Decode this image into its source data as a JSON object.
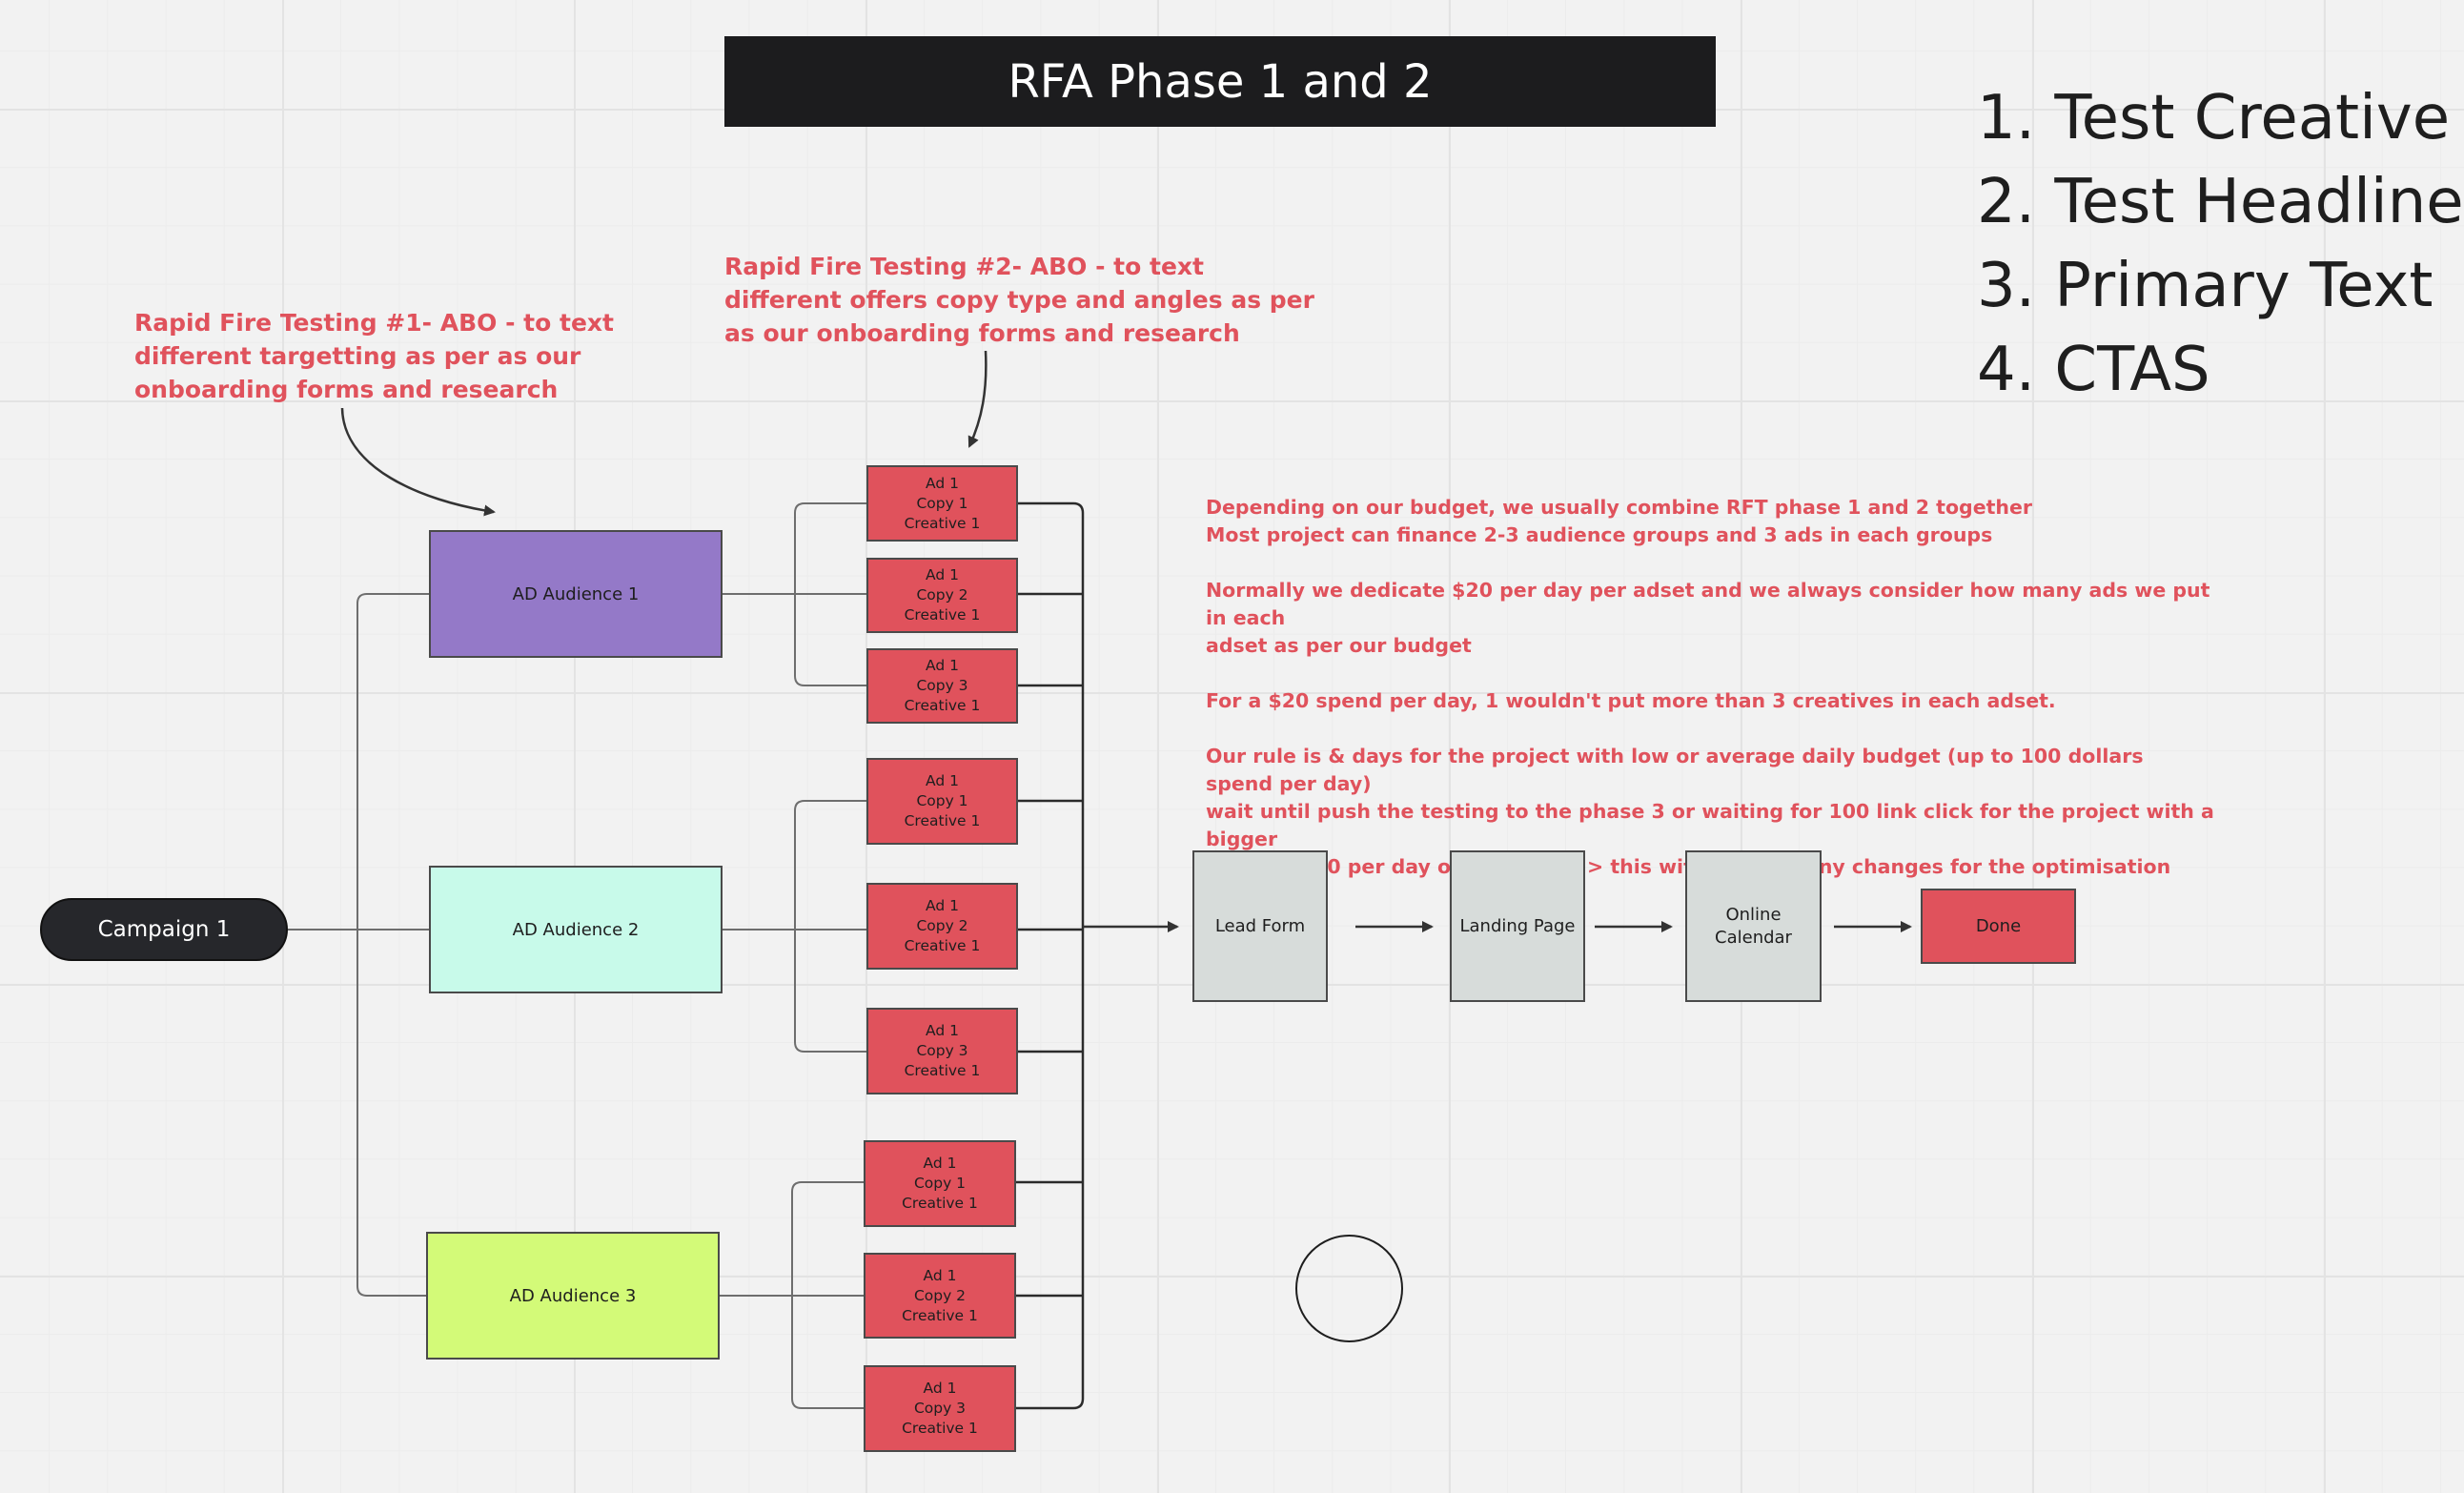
{
  "title": "RFA Phase 1 and 2",
  "goals": [
    "1. Test Creative",
    "2. Test Headline",
    "3. Primary Text",
    "4. CTAS"
  ],
  "notes": {
    "rft1": [
      "Rapid Fire Testing #1- ABO - to text",
      "different targetting as per as our",
      "onboarding forms and research"
    ],
    "rft2": [
      "Rapid Fire Testing #2- ABO - to text",
      "different offers copy type and angles as per",
      "as our onboarding forms and research"
    ],
    "budget": [
      [
        "Depending on our budget, we usually combine RFT phase 1 and 2 together",
        "Most project can finance 2-3 audience groups and 3 ads in each groups"
      ],
      [
        "Normally we dedicate $20 per day per adset and we always consider how many ads we put in each",
        "adset as per our budget"
      ],
      [
        "For a $20 spend per day, 1 wouldn't put more than 3 creatives in each adset."
      ],
      [
        "Our rule is & days for the project with low or average daily budget (up to 100 dollars spend per day)",
        "wait until push the testing to the phase 3 or waiting for 100 link click for the project with a bigger",
        "budget (100 per day or higher) >>> this wit apply for any changes for the optimisation phase"
      ]
    ]
  },
  "campaign": "Campaign 1",
  "audiences": [
    "AD Audience 1",
    "AD Audience 2",
    "AD Audience 3"
  ],
  "ad_groups": [
    [
      [
        "Ad 1",
        "Copy 1",
        "Creative 1"
      ],
      [
        "Ad 1",
        "Copy 2",
        "Creative 1"
      ],
      [
        "Ad 1",
        "Copy 3",
        "Creative 1"
      ]
    ],
    [
      [
        "Ad 1",
        "Copy 1",
        "Creative 1"
      ],
      [
        "Ad 1",
        "Copy 2",
        "Creative 1"
      ],
      [
        "Ad 1",
        "Copy 3",
        "Creative 1"
      ]
    ],
    [
      [
        "Ad 1",
        "Copy 1",
        "Creative 1"
      ],
      [
        "Ad 1",
        "Copy 2",
        "Creative 1"
      ],
      [
        "Ad 1",
        "Copy 3",
        "Creative 1"
      ]
    ]
  ],
  "flow": {
    "lead_form": "Lead Form",
    "landing_page": "Landing Page",
    "online_calendar": [
      "Online",
      "Calendar"
    ],
    "done": "Done"
  },
  "colors": {
    "accent_red": "#e0525c",
    "audience_1": "#9479c8",
    "audience_2": "#c8faea",
    "audience_3": "#d3fa78",
    "flow_box": "#d7dcda",
    "title_bar": "#1c1c1e"
  }
}
